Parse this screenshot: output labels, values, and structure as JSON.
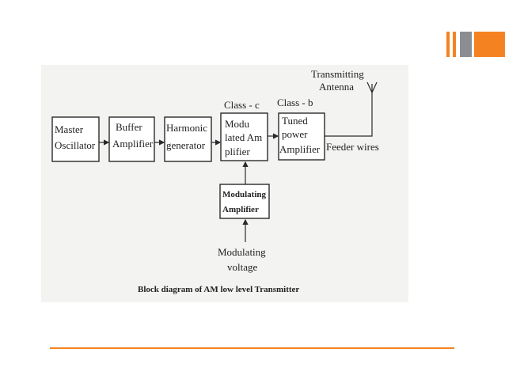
{
  "blocks": {
    "master": [
      "Master",
      "Oscillator"
    ],
    "buffer": [
      "Buffer",
      "Amplifier"
    ],
    "harmonic": [
      "Harmonic",
      "generator"
    ],
    "modulated": [
      "Modu",
      "lated Am",
      "plifier"
    ],
    "tuned": [
      "Tuned",
      "power",
      "Amplifier"
    ],
    "modulating": [
      "Modulating",
      "Amplifier"
    ]
  },
  "labels": {
    "class_c": "Class - c",
    "class_b": "Class - b",
    "antenna": [
      "Transmitting",
      "Antenna"
    ],
    "feeder": "Feeder wires",
    "mod_voltage": [
      "Modulating",
      "voltage"
    ]
  },
  "caption": "Block diagram of AM low level Transmitter",
  "colors": {
    "orange": "#f58220",
    "gray": "#8a8d91",
    "line": "#2a2a2a",
    "scan_bg": "#f3f3f1"
  }
}
